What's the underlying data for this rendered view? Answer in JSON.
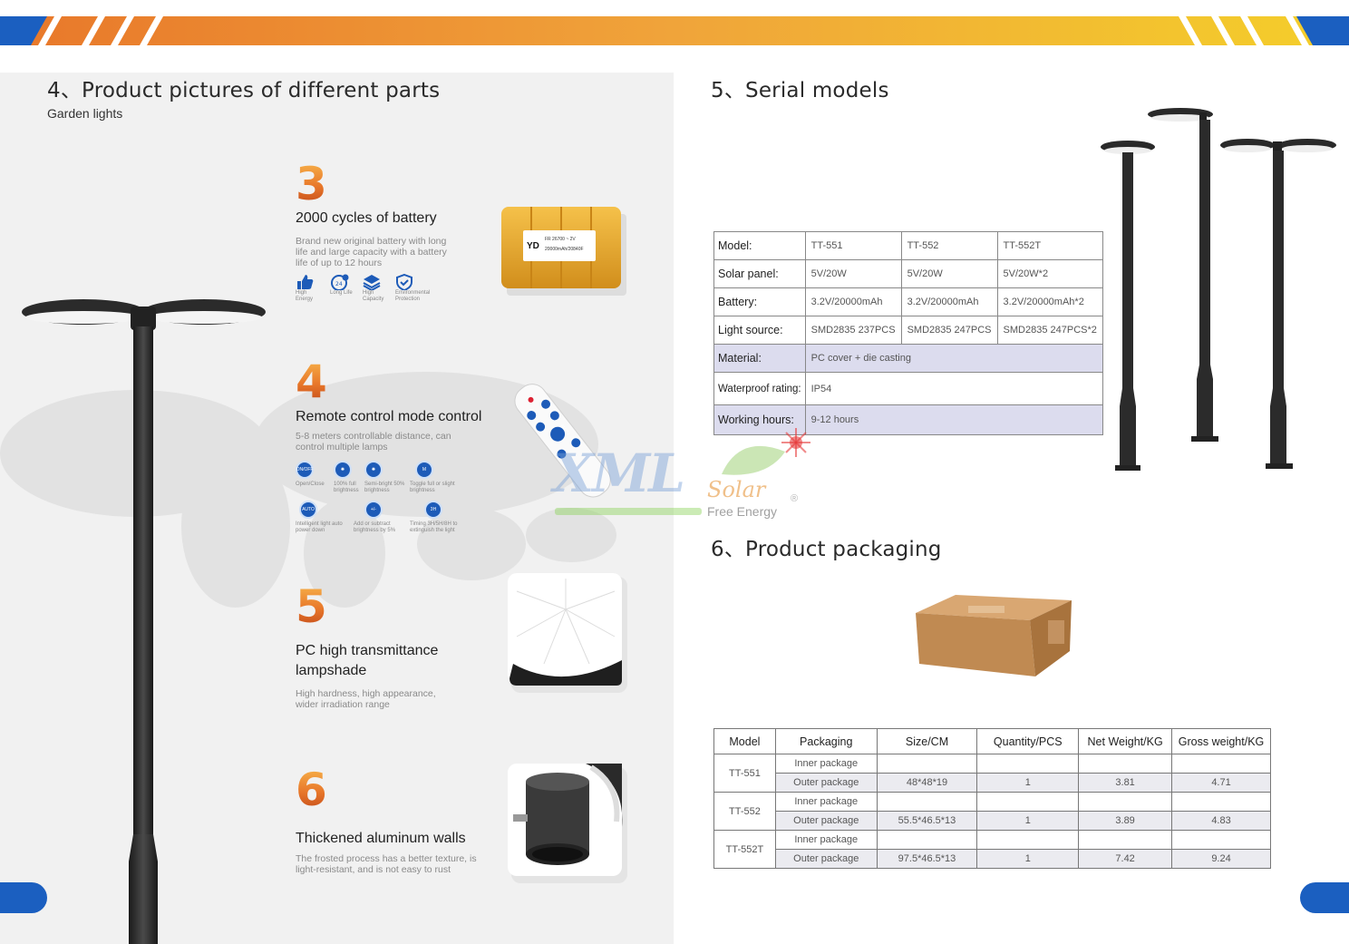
{
  "left": {
    "section_title": "4、Product pictures of different parts",
    "subtitle": "Garden lights",
    "features": [
      {
        "num": "3",
        "title": "2000 cycles of battery",
        "desc": "Brand new original battery with long life and large capacity with a battery life of up to 12 hours",
        "icons": [
          "High Energy",
          "Long Life",
          "High Capacity",
          "Environmental Protection"
        ]
      },
      {
        "num": "4",
        "title": "Remote control mode control",
        "desc": "5-8 meters controllable distance, can control multiple lamps",
        "buttons": [
          {
            "key": "ON/OFF",
            "label": "Open/Close"
          },
          {
            "key": "✺",
            "label": "100% full brightness"
          },
          {
            "key": "✺",
            "label": "Semi-bright 50% brightness"
          },
          {
            "key": "M",
            "label": "Toggle full or slight brightness"
          },
          {
            "key": "AUTO",
            "label": "Intelligent light auto power down"
          },
          {
            "key": "+/-",
            "label": "Add or subtract brightness by 5%"
          },
          {
            "key": "3H",
            "label": "Timing 3H/5H/8H to extinguish the light"
          }
        ]
      },
      {
        "num": "5",
        "title": "PC high transmittance lampshade",
        "desc": "High hardness, high appearance, wider irradiation range"
      },
      {
        "num": "6",
        "title": "Thickened aluminum walls",
        "desc": "The frosted process has a better texture, is light-resistant, and is not easy to rust"
      }
    ],
    "battery_label": {
      "brand": "YD",
      "line1": "FR 26700 ~ 2V",
      "line2": "20000mAh/20840F"
    },
    "remote_auto": "AUTO"
  },
  "right": {
    "serial_title": "5、Serial models",
    "models_table": {
      "header": [
        "Model:",
        "TT-551",
        "TT-552",
        "TT-552T"
      ],
      "rows": [
        [
          "Solar panel:",
          "5V/20W",
          "5V/20W",
          "5V/20W*2"
        ],
        [
          "Battery:",
          "3.2V/20000mAh",
          "3.2V/20000mAh",
          "3.2V/20000mAh*2"
        ],
        [
          "Light source:",
          "SMD2835 237PCS",
          "SMD2835 247PCS",
          "SMD2835 247PCS*2"
        ]
      ],
      "wide_rows": [
        [
          "Material:",
          "PC cover + die casting"
        ],
        [
          "Waterproof rating:",
          "IP54"
        ],
        [
          "Working hours:",
          "9-12 hours"
        ]
      ]
    },
    "packaging_title": "6、Product packaging",
    "pack_table": {
      "header": [
        "Model",
        "Packaging",
        "Size/CM",
        "Quantity/PCS",
        "Net Weight/KG",
        "Gross weight/KG"
      ],
      "groups": [
        {
          "model": "TT-551",
          "inner": "Inner package",
          "outer": "Outer package",
          "size": "48*48*19",
          "qty": "1",
          "net": "3.81",
          "gross": "4.71"
        },
        {
          "model": "TT-552",
          "inner": "Inner package",
          "outer": "Outer package",
          "size": "55.5*46.5*13",
          "qty": "1",
          "net": "3.89",
          "gross": "4.83"
        },
        {
          "model": "TT-552T",
          "inner": "Inner package",
          "outer": "Outer package",
          "size": "97.5*46.5*13",
          "qty": "1",
          "net": "7.42",
          "gross": "9.24"
        }
      ]
    }
  },
  "watermark": {
    "main": "XML",
    "solar": "Solar",
    "reg": "®",
    "tagline": "Free Energy"
  },
  "colors": {
    "blue": "#1b5fc0",
    "orange": "#e8772a",
    "yellow": "#f2c12e",
    "table_shade": "#dcdcee"
  }
}
